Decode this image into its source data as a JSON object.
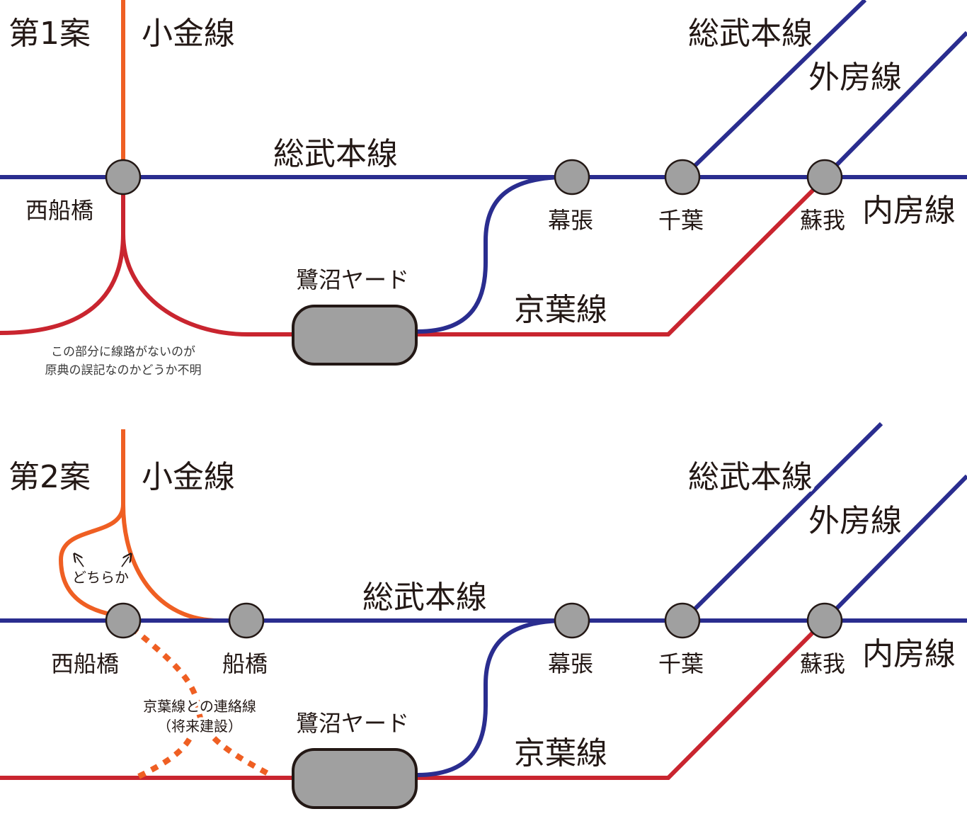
{
  "colors": {
    "sobu": "#2a2d8f",
    "keiyo": "#c9252f",
    "kogane": "#ef5f23",
    "station_fill": "#a0a0a0",
    "station_stroke": "#231815"
  },
  "plan1": {
    "title": "第1案",
    "kogane_line": "小金線",
    "sobu_main_center": "総武本線",
    "sobu_main_branch": "総武本線",
    "sotobo_line": "外房線",
    "uchibo_line": "内房線",
    "keiyo_line": "京葉線",
    "yard": "鷺沼ヤード",
    "stations": {
      "nishi_funabashi": "西船橋",
      "makuhari": "幕張",
      "chiba": "千葉",
      "soga": "蘇我"
    },
    "note_line1": "この部分に線路がないのが",
    "note_line2": "原典の誤記なのかどうか不明"
  },
  "plan2": {
    "title": "第2案",
    "kogane_line": "小金線",
    "sobu_main_center": "総武本線",
    "sobu_main_branch": "総武本線",
    "sotobo_line": "外房線",
    "uchibo_line": "内房線",
    "keiyo_line": "京葉線",
    "yard": "鷺沼ヤード",
    "stations": {
      "nishi_funabashi": "西船橋",
      "funabashi": "船橋",
      "makuhari": "幕張",
      "chiba": "千葉",
      "soga": "蘇我"
    },
    "either_label": "どちらか",
    "connection_line1": "京葉線との連絡線",
    "connection_line2": "（将来建設）"
  }
}
